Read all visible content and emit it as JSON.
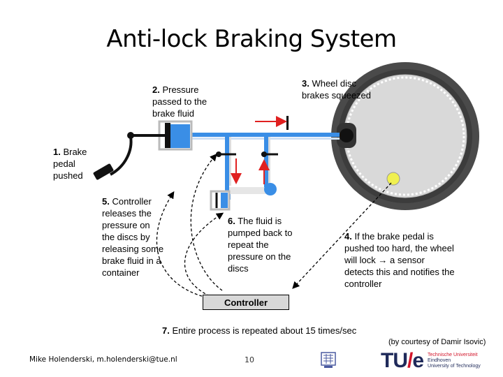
{
  "title": "Anti-lock Braking System",
  "labels": {
    "step1": {
      "num": "1.",
      "text": " Brake pedal pushed"
    },
    "step2": {
      "num": "2.",
      "text": " Pressure passed to the brake fluid"
    },
    "step3": {
      "num": "3.",
      "text": " Wheel disc brakes squeezed"
    },
    "step4": {
      "num": "4.",
      "text": " If the brake pedal is pushed too hard, the wheel will lock → a sensor detects this and notifies the controller"
    },
    "step5": {
      "num": "5.",
      "text": " Controller releases the pressure on the discs by releasing some brake fluid in a container"
    },
    "step6": {
      "num": "6.",
      "text": " The fluid is pumped back to repeat the pressure on the discs"
    },
    "step7": {
      "num": "7.",
      "text": " Entire process is repeated about 15 times/sec"
    }
  },
  "controller": "Controller",
  "courtesy": "(by courtesy of Damir Isovic)",
  "footer": {
    "author": "Mike Holenderski, m.holenderski@tue.nl",
    "page": "10"
  },
  "logo": {
    "mark_left": "TU",
    "mark_slash": "/",
    "mark_right": "e",
    "line1": "Technische Universiteit",
    "line2": "Eindhoven",
    "line3": "University of Technology"
  },
  "colors": {
    "fluid": "#3a8ee6",
    "arrow": "#e02020",
    "disc": "#d9d9d9",
    "tire": "#4a4a4a",
    "sensor": "#f0f050"
  }
}
